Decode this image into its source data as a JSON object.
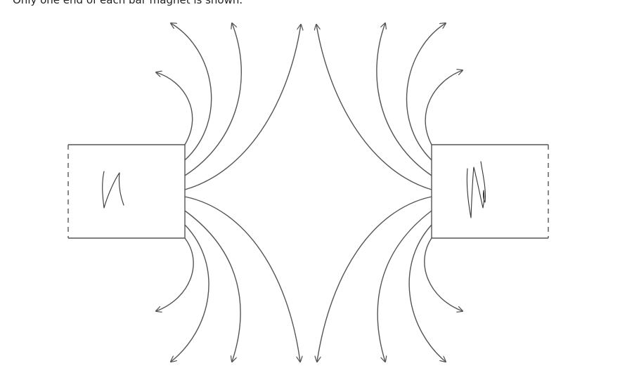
{
  "caption": "Only one end of each bar magnet is shown.",
  "left_magnet": {
    "pole_label": "N"
  },
  "right_magnet": {
    "pole_label": "N"
  }
}
